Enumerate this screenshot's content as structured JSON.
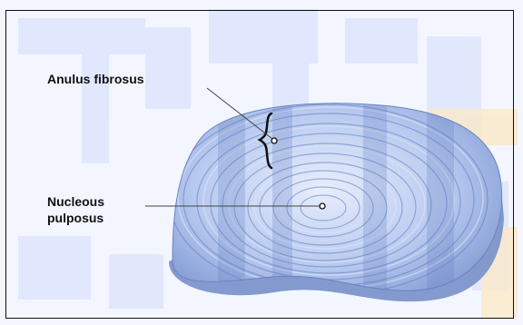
{
  "diagram": {
    "labels": {
      "anulus": "Anulus fibrosus",
      "nucleus_line1": "Nucleous",
      "nucleus_line2": "pulposus"
    },
    "colors": {
      "disc_base": "#8fa8de",
      "disc_light": "#dce6fb",
      "disc_dark": "#5f7dbe",
      "disc_side": "#7890c9",
      "leader_line": "#444444",
      "frame": "#111111",
      "background": "#f3f6ff",
      "bg_pattern": "#dce3fb",
      "bg_accent": "#fbe9c8"
    }
  }
}
